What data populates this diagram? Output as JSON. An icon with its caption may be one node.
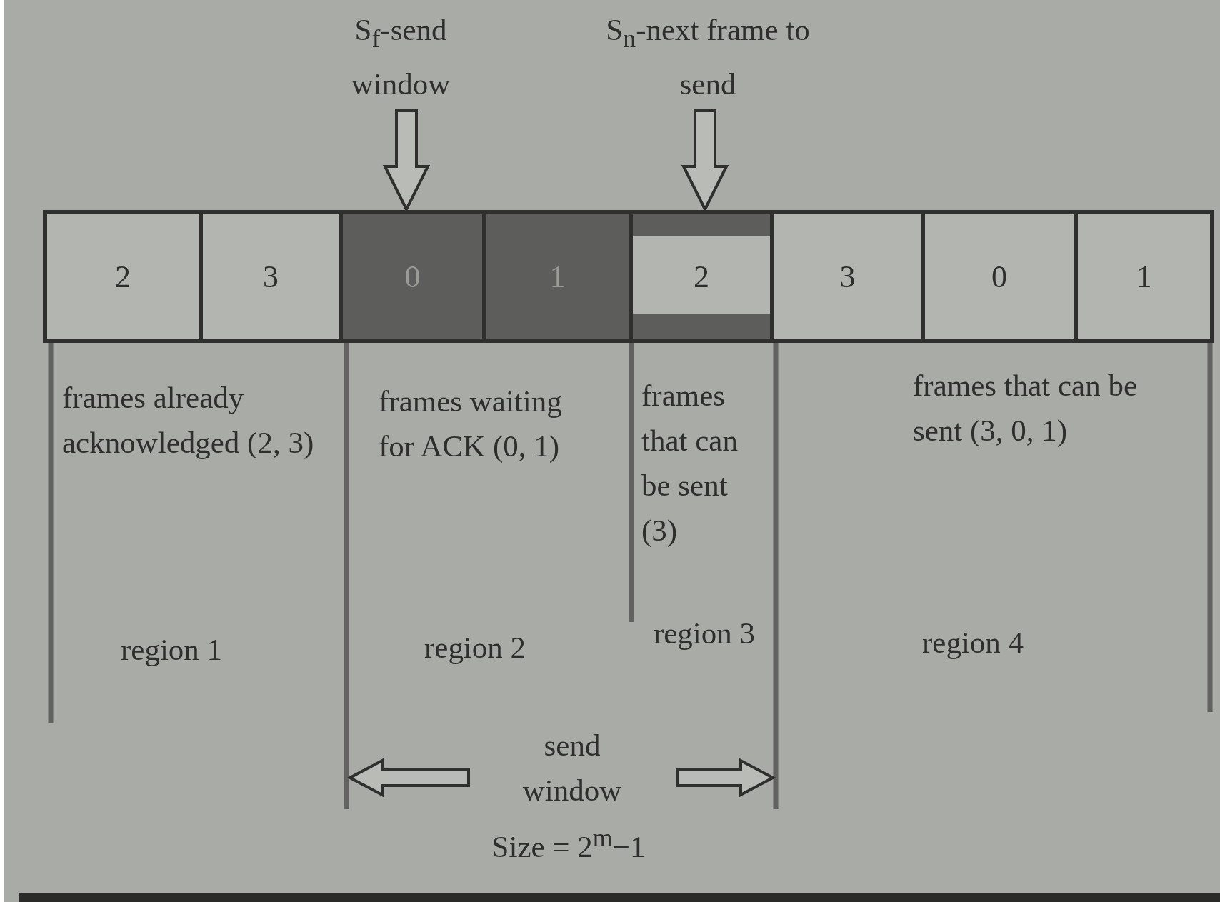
{
  "diagram": {
    "nodes": [
      {
        "text": [
          "2"
        ]
      },
      {
        "text": [
          "3"
        ]
      },
      {
        "text": [
          "0"
        ]
      },
      {
        "text": [
          "1"
        ]
      },
      {
        "text": [
          "2"
        ]
      },
      {
        "text": [
          "3"
        ]
      },
      {
        "text": [
          "0"
        ]
      },
      {
        "text": [
          "1"
        ]
      },
      {
        "text": [
          "S$_{f}$-send window"
        ]
      },
      {
        "text": [
          "S$_{n}$-next frame to send"
        ]
      }
    ],
    "edges": [
      {
        "from": 8,
        "to": 2,
        "arrow": "to"
      },
      {
        "from": 9,
        "to": 4,
        "arrow": "to"
      }
    ],
    "labels": [
      "frames already acknowledged (2, 3)",
      "frames waiting for ACK (0, 1)",
      "frames that can be sent (3)",
      "frames that can be sent (3, 0, 1)",
      "region 1",
      "region 2",
      "region 3",
      "region 4",
      "send window",
      "Size = 2$^{m}$−1"
    ]
  }
}
